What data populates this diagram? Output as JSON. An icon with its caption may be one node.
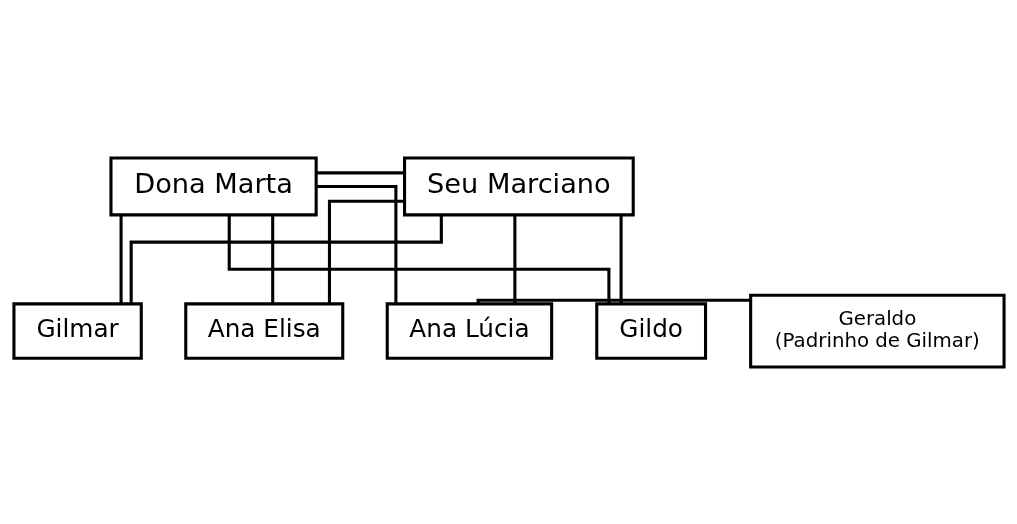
{
  "diagram": {
    "nodes": [
      {
        "text": [
          "Dona Marta"
        ]
      },
      {
        "text": [
          "Seu Marciano"
        ]
      },
      {
        "text": [
          "Gildo"
        ]
      },
      {
        "text": [
          "Gilmar"
        ]
      },
      {
        "text": [
          "Ana Elisa"
        ]
      },
      {
        "text": [
          "Ana Lúcia"
        ]
      },
      {
        "text": [
          "Geraldo",
          "(Padrinho de Gilmar)"
        ]
      }
    ],
    "edges": [
      {
        "from": 0,
        "to": 1,
        "arrow": "none"
      },
      {
        "from": 0,
        "to": 2,
        "arrow": "none"
      },
      {
        "from": 1,
        "to": 2,
        "arrow": "none"
      },
      {
        "from": 0,
        "to": 3,
        "arrow": "none"
      },
      {
        "from": 1,
        "to": 3,
        "arrow": "none"
      },
      {
        "from": 0,
        "to": 4,
        "arrow": "none"
      },
      {
        "from": 1,
        "to": 4,
        "arrow": "none"
      },
      {
        "from": 0,
        "to": 5,
        "arrow": "none"
      },
      {
        "from": 1,
        "to": 5,
        "arrow": "none"
      },
      {
        "from": 5,
        "to": 6,
        "arrow": "none"
      }
    ]
  }
}
